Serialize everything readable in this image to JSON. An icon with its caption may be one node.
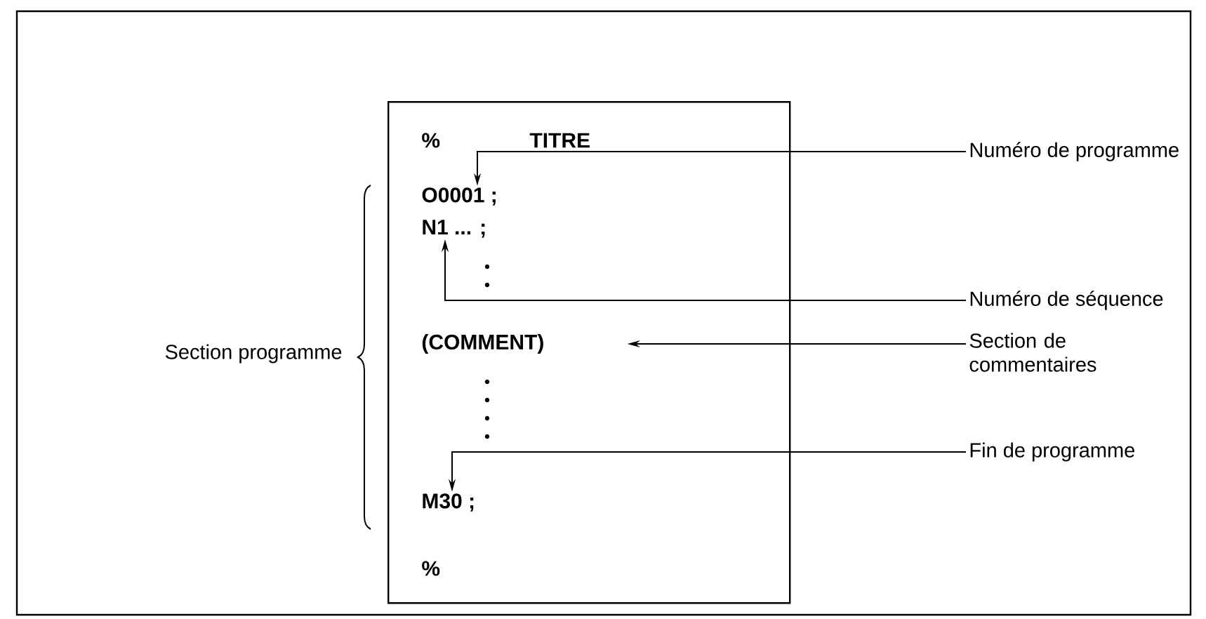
{
  "diagram": {
    "nodes": [
      {
        "text": [],
        "shape": "box"
      },
      {
        "text": [
          "%"
        ],
        "in": 0
      },
      {
        "text": [
          "TITRE"
        ],
        "in": 0
      },
      {
        "text": [
          "O0001 ;"
        ],
        "in": 0
      },
      {
        "text": [
          "N1 ...   ;"
        ],
        "in": 0
      },
      {
        "text": [
          "(COMMENT)"
        ],
        "in": 0
      },
      {
        "text": [
          "M30 ;"
        ],
        "in": 0
      },
      {
        "text": [
          "%"
        ],
        "in": 0
      },
      {
        "text": [
          "Numéro de programme"
        ]
      },
      {
        "text": [
          "Numéro de séquence"
        ]
      },
      {
        "text": [
          "Section de commentaires"
        ]
      },
      {
        "text": [
          "Fin de programme"
        ]
      },
      {
        "text": [
          "Section programme"
        ]
      }
    ],
    "edges": [
      {
        "from": 8,
        "to": 3,
        "arrow": "to"
      },
      {
        "from": 9,
        "to": 4,
        "arrow": "to"
      },
      {
        "from": 10,
        "to": 5,
        "arrow": "to"
      },
      {
        "from": 11,
        "to": 6,
        "arrow": "to"
      }
    ]
  }
}
